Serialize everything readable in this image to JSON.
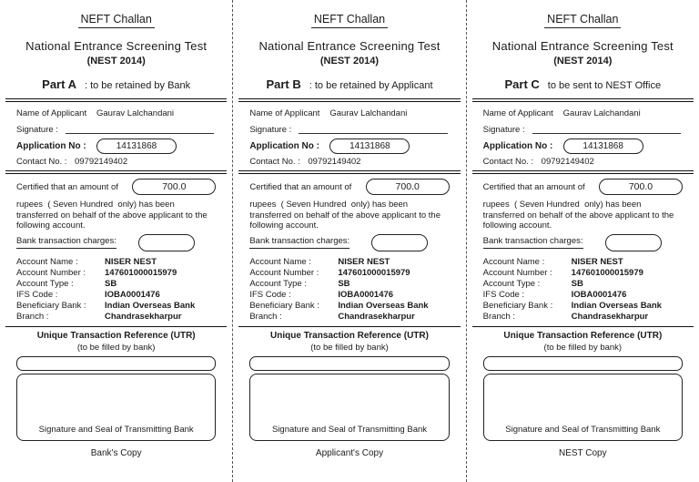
{
  "page": {
    "background": "#ffffff",
    "ink": "#1c1c1c"
  },
  "common": {
    "title": "NEFT Challan",
    "org_name": "National Entrance Screening Test",
    "exam_edition": "(NEST 2014)",
    "applicant": {
      "name_label": "Name of Applicant",
      "name_value": "Gaurav Lalchandani",
      "signature_label": "Signature :",
      "application_no_label": "Application No :",
      "application_no_value": "14131868",
      "contact_no_label": "Contact No. :",
      "contact_no_value": "09792149402"
    },
    "payment": {
      "certified_label": "Certified that an amount of",
      "amount_value": "700.0",
      "amount_in_words": "rupees  ( Seven Hundred  only) has been transferred on behalf of the above applicant to the following account.",
      "bank_charges_label": "Bank transaction charges:"
    },
    "account_rows": [
      {
        "label": "Account Name :",
        "value": "NISER NEST"
      },
      {
        "label": "Account Number :",
        "value": "147601000015979"
      },
      {
        "label": "Account Type :",
        "value": "SB"
      },
      {
        "label": "IFS Code :",
        "value": "IOBA0001476"
      },
      {
        "label": "Beneficiary Bank :",
        "value": "Indian Overseas Bank"
      },
      {
        "label": "Branch :",
        "value": "Chandrasekharpur"
      }
    ],
    "utr": {
      "title": "Unique Transaction Reference (UTR)",
      "note": "(to be filled by bank)",
      "seal_label": "Signature and Seal of Transmitting Bank"
    }
  },
  "parts": [
    {
      "id": "A",
      "label": "Part A",
      "description": ": to be retained by Bank",
      "copy_label": "Bank's Copy"
    },
    {
      "id": "B",
      "label": "Part B",
      "description": ": to be retained by Applicant",
      "copy_label": "Applicant's Copy"
    },
    {
      "id": "C",
      "label": "Part C",
      "description": "to be sent to NEST Office",
      "copy_label": "NEST Copy"
    }
  ]
}
